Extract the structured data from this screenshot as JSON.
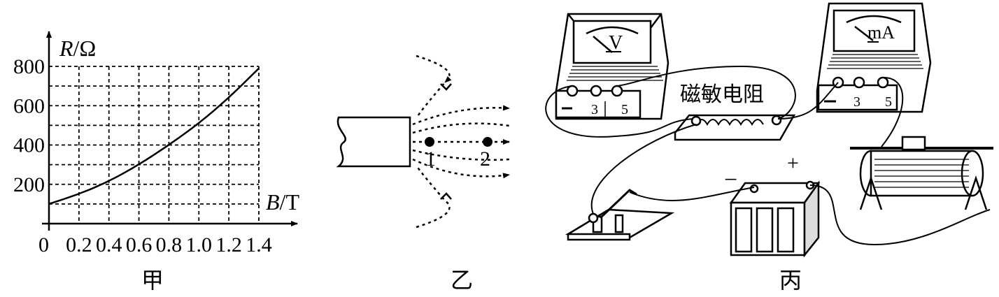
{
  "panel_labels": {
    "jia": "甲",
    "yi": "乙",
    "bing": "丙"
  },
  "chart_data": {
    "type": "line",
    "xlabel_var": "B",
    "xlabel_unit": "/T",
    "ylabel_var": "R",
    "ylabel_unit": "/Ω",
    "x_ticks": [
      "0",
      "0.2",
      "0.4",
      "0.6",
      "0.8",
      "1.0",
      "1.2",
      "1.4"
    ],
    "y_ticks": [
      "200",
      "400",
      "600",
      "800"
    ],
    "xlim": [
      0,
      1.4
    ],
    "ylim": [
      0,
      800
    ],
    "grid": true,
    "series": [
      {
        "x": [
          0,
          0.2,
          0.4,
          0.6,
          0.8,
          1.0,
          1.2,
          1.4
        ],
        "y": [
          100,
          150,
          215,
          300,
          400,
          510,
          640,
          790
        ]
      }
    ]
  },
  "field_diagram": {
    "point1": "1",
    "point2": "2"
  },
  "circuit": {
    "voltmeter_label": "V",
    "ammeter_label": "mA",
    "meter_terminals": [
      "3",
      "5"
    ],
    "resistor_label": "磁敏电阻",
    "battery_plus": "+",
    "battery_minus": "−"
  }
}
